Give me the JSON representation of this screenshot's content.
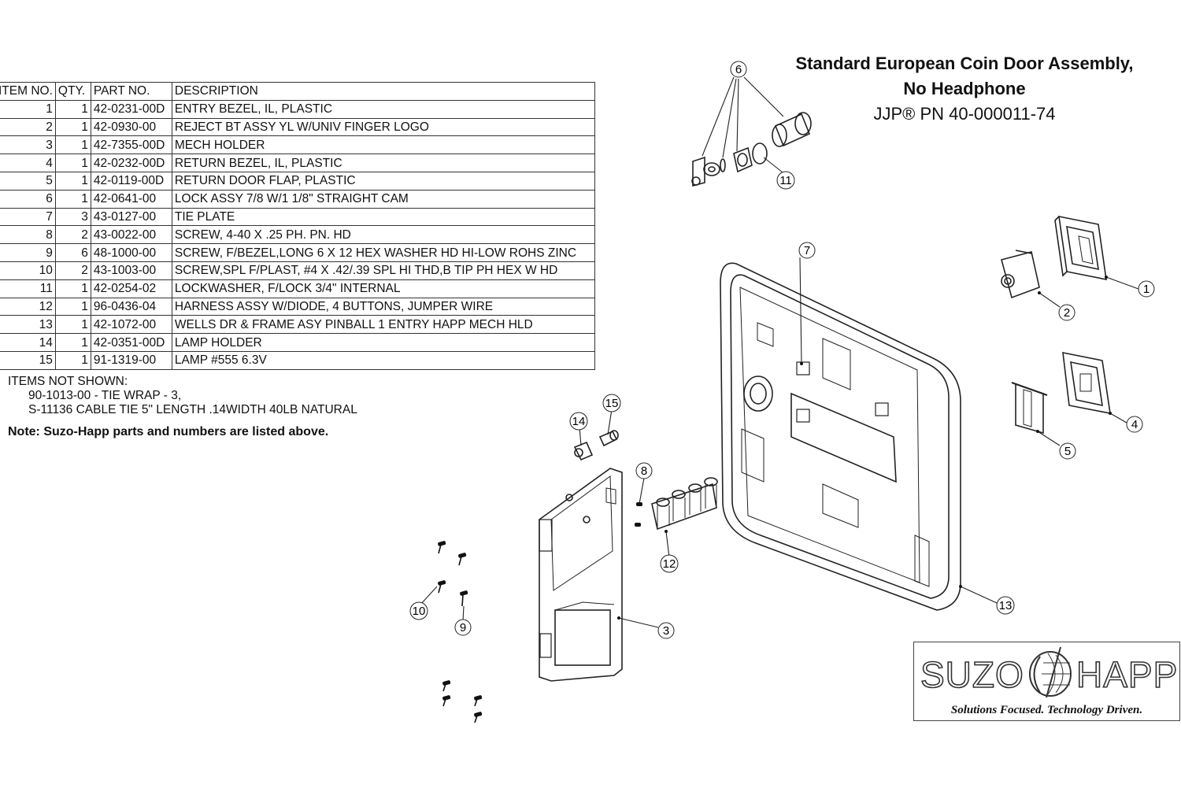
{
  "title": {
    "line1": "Standard European Coin Door Assembly,",
    "line2": "No Headphone",
    "line3": "JJP® PN 40-000011-74"
  },
  "bom": {
    "headers": [
      "ITEM NO.",
      "QTY.",
      "PART NO.",
      "DESCRIPTION"
    ],
    "rows": [
      [
        "1",
        "1",
        "42-0231-00D",
        "ENTRY BEZEL, IL, PLASTIC"
      ],
      [
        "2",
        "1",
        "42-0930-00",
        "REJECT BT ASSY YL W/UNIV FINGER LOGO"
      ],
      [
        "3",
        "1",
        "42-7355-00D",
        "MECH HOLDER"
      ],
      [
        "4",
        "1",
        "42-0232-00D",
        "RETURN BEZEL, IL, PLASTIC"
      ],
      [
        "5",
        "1",
        "42-0119-00D",
        "RETURN DOOR FLAP, PLASTIC"
      ],
      [
        "6",
        "1",
        "42-0641-00",
        "LOCK ASSY 7/8 W/1 1/8\" STRAIGHT CAM"
      ],
      [
        "7",
        "3",
        "43-0127-00",
        "TIE PLATE"
      ],
      [
        "8",
        "2",
        "43-0022-00",
        "SCREW, 4-40 X .25 PH. PN. HD"
      ],
      [
        "9",
        "6",
        "48-1000-00",
        "SCREW, F/BEZEL,LONG 6 X 12 HEX WASHER HD HI-LOW ROHS ZINC"
      ],
      [
        "10",
        "2",
        "43-1003-00",
        "SCREW,SPL F/PLAST, #4 X .42/.39 SPL HI THD,B TIP PH HEX W HD"
      ],
      [
        "11",
        "1",
        "42-0254-02",
        "LOCKWASHER, F/LOCK 3/4\" INTERNAL"
      ],
      [
        "12",
        "1",
        "96-0436-04",
        "HARNESS ASSY W/DIODE, 4 BUTTONS, JUMPER WIRE"
      ],
      [
        "13",
        "1",
        "42-1072-00",
        "WELLS DR & FRAME ASY PINBALL 1 ENTRY HAPP MECH HLD"
      ],
      [
        "14",
        "1",
        "42-0351-00D",
        "LAMP HOLDER"
      ],
      [
        "15",
        "1",
        "91-1319-00",
        "LAMP  #555 6.3V"
      ]
    ]
  },
  "not_shown": {
    "heading": "ITEMS NOT SHOWN:",
    "items": [
      "90-1013-00 - TIE WRAP - 3,",
      "S-11136 CABLE TIE 5\" LENGTH .14WIDTH 40LB NATURAL"
    ]
  },
  "note": "Note: Suzo-Happ parts and numbers are listed above.",
  "callouts": [
    "1",
    "2",
    "3",
    "4",
    "5",
    "6",
    "7",
    "8",
    "9",
    "10",
    "11",
    "12",
    "13",
    "14",
    "15"
  ],
  "logo": {
    "left": "SUZO",
    "right": "HAPP",
    "tagline": "Solutions Focused. Technology Driven."
  }
}
